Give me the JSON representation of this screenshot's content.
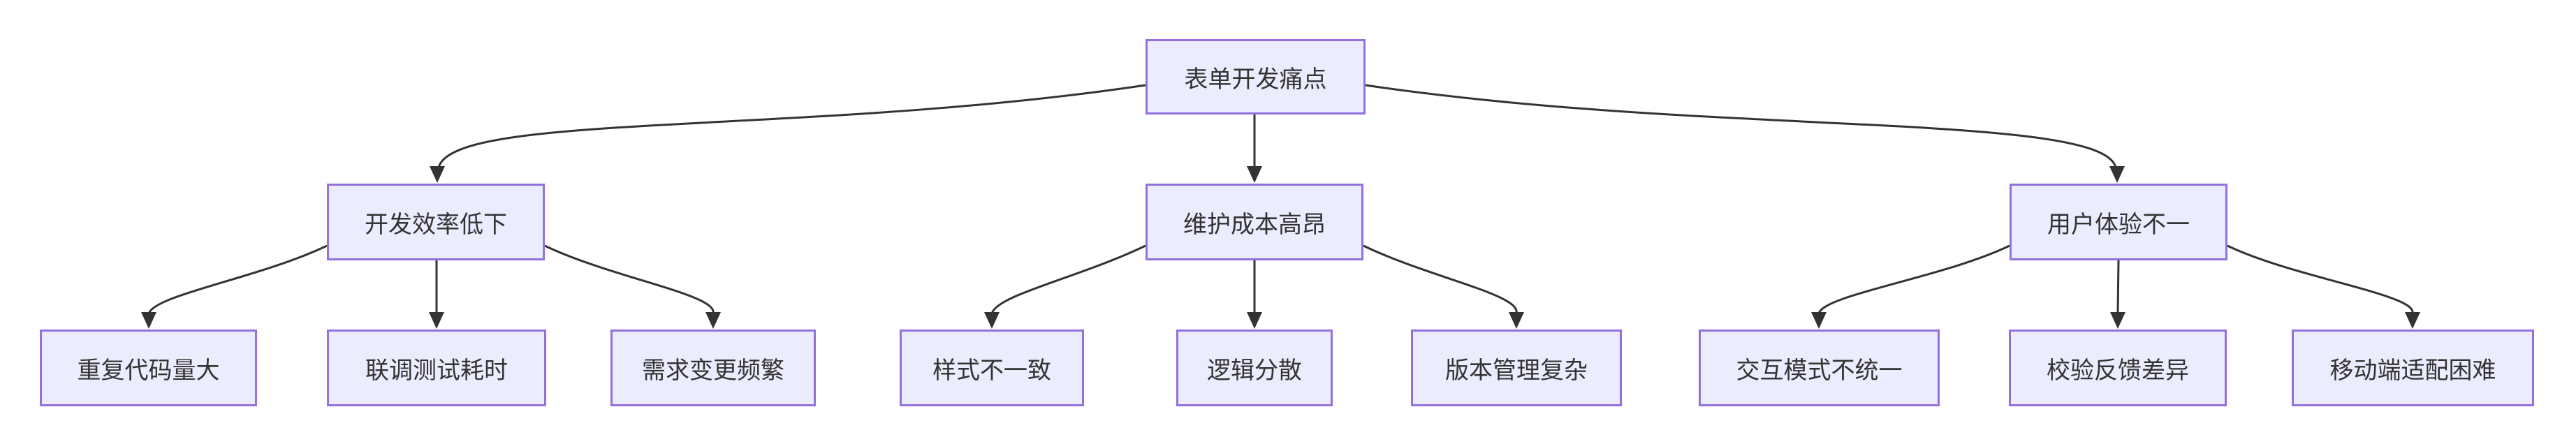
{
  "diagram": {
    "type": "flowchart-top-down",
    "colors": {
      "background": "#ffffff",
      "node_fill": "#ECECFF",
      "node_border": "#9370DB",
      "node_text": "#333333",
      "edge": "#333333"
    },
    "root": {
      "label": "表单开发痛点",
      "children": [
        {
          "label": "开发效率低下",
          "children": [
            {
              "label": "重复代码量大"
            },
            {
              "label": "联调测试耗时"
            },
            {
              "label": "需求变更频繁"
            }
          ]
        },
        {
          "label": "维护成本高昂",
          "children": [
            {
              "label": "样式不一致"
            },
            {
              "label": "逻辑分散"
            },
            {
              "label": "版本管理复杂"
            }
          ]
        },
        {
          "label": "用户体验不一",
          "children": [
            {
              "label": "交互模式不统一"
            },
            {
              "label": "校验反馈差异"
            },
            {
              "label": "移动端适配困难"
            }
          ]
        }
      ]
    }
  }
}
